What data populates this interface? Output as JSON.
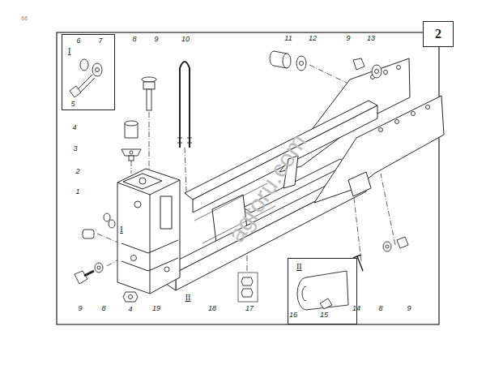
{
  "diagram": {
    "nodes": [
      {
        "text": [
          "2"
        ]
      },
      {
        "text": [
          "I"
        ]
      },
      {
        "text": [
          "II"
        ]
      }
    ],
    "labels": [
      "66",
      "6",
      "7",
      "5",
      "8",
      "9",
      "10",
      "11",
      "12",
      "9",
      "13",
      "4",
      "3",
      "2",
      "1",
      "I",
      "9",
      "8",
      "4",
      "19",
      "II",
      "18",
      "17",
      "16",
      "15",
      "14",
      "8",
      "9",
      "agroru.com"
    ]
  }
}
